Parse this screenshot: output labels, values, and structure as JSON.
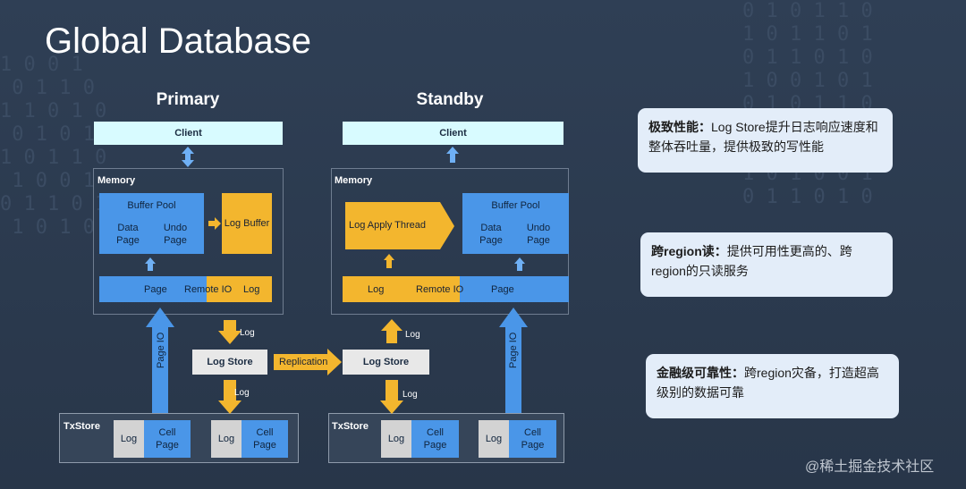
{
  "title": "Global Database",
  "primary": {
    "heading": "Primary",
    "client": "Client",
    "memory": "Memory",
    "buffer_pool": "Buffer Pool",
    "data_page": "Data Page",
    "undo_page": "Undo Page",
    "log_buffer": "Log Buffer",
    "bar_page": "Page",
    "bar_remote_io": "Remote IO",
    "bar_log": "Log",
    "page_io": "Page IO",
    "log_out": "Log",
    "log_down": "Log",
    "txstore": "TxStore",
    "tx_log_1": "Log",
    "tx_cell_1": "Cell Page",
    "tx_log_2": "Log",
    "tx_cell_2": "Cell Page"
  },
  "center": {
    "log_store_left": "Log Store",
    "replication": "Replication",
    "log_store_right": "Log Store"
  },
  "standby": {
    "heading": "Standby",
    "client": "Client",
    "memory": "Memory",
    "log_apply": "Log Apply Thread",
    "buffer_pool": "Buffer Pool",
    "data_page": "Data Page",
    "undo_page": "Undo Page",
    "bar_log": "Log",
    "bar_remote_io": "Remote IO",
    "bar_page": "Page",
    "page_io": "Page IO",
    "log_up": "Log",
    "log_down": "Log",
    "txstore": "TxStore",
    "tx_log_1": "Log",
    "tx_cell_1": "Cell Page",
    "tx_log_2": "Log",
    "tx_cell_2": "Cell Page"
  },
  "callouts": [
    {
      "bold": "极致性能：",
      "text": "Log Store提升日志响应速度和整体吞吐量，提供极致的写性能"
    },
    {
      "bold": "跨region读：",
      "text": "提供可用性更高的、跨region的只读服务"
    },
    {
      "bold": "金融级可靠性：",
      "text": "跨region灾备，打造超高级别的数据可靠"
    }
  ],
  "watermark": "@稀土掘金技术社区",
  "colors": {
    "background": "#2b3a4f",
    "client": "#d8fbff",
    "blue": "#4a96e8",
    "orange": "#f3b62e",
    "callout": "#e3edf9"
  }
}
